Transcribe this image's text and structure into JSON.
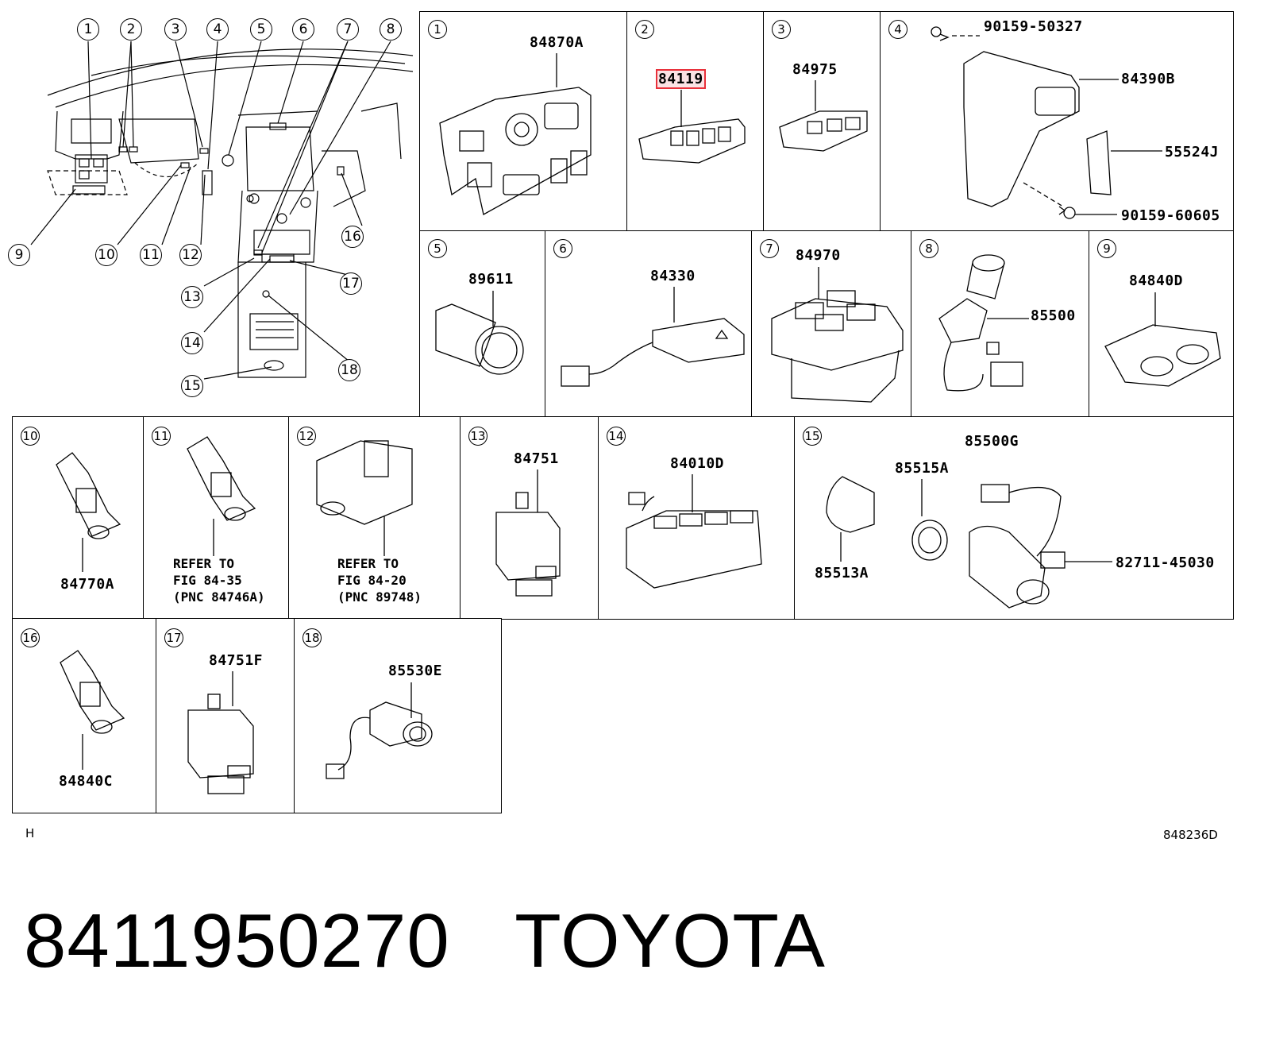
{
  "overview": {
    "callouts": [
      "1",
      "2",
      "3",
      "4",
      "5",
      "6",
      "7",
      "8",
      "9",
      "10",
      "11",
      "12",
      "13",
      "14",
      "15",
      "16",
      "17",
      "18"
    ]
  },
  "panels": [
    {
      "num": "1",
      "labels": [
        "84870A"
      ]
    },
    {
      "num": "2",
      "labels": [
        "84119"
      ],
      "highlight": "84119"
    },
    {
      "num": "3",
      "labels": [
        "84975"
      ]
    },
    {
      "num": "4",
      "labels": [
        "90159-50327",
        "84390B",
        "55524J",
        "90159-60605"
      ]
    },
    {
      "num": "5",
      "labels": [
        "89611"
      ]
    },
    {
      "num": "6",
      "labels": [
        "84330"
      ]
    },
    {
      "num": "7",
      "labels": [
        "84970"
      ]
    },
    {
      "num": "8",
      "labels": [
        "85500"
      ]
    },
    {
      "num": "9",
      "labels": [
        "84840D"
      ]
    },
    {
      "num": "10",
      "labels": [
        "84770A"
      ]
    },
    {
      "num": "11",
      "note": "REFER TO\nFIG 84-35\n(PNC 84746A)"
    },
    {
      "num": "12",
      "note": "REFER TO\nFIG 84-20\n(PNC 89748)"
    },
    {
      "num": "13",
      "labels": [
        "84751"
      ]
    },
    {
      "num": "14",
      "labels": [
        "84010D"
      ]
    },
    {
      "num": "15",
      "labels": [
        "85500G",
        "85515A",
        "85513A",
        "82711-45030"
      ]
    },
    {
      "num": "16",
      "labels": [
        "84840C"
      ]
    },
    {
      "num": "17",
      "labels": [
        "84751F"
      ]
    },
    {
      "num": "18",
      "labels": [
        "85530E"
      ]
    }
  ],
  "diagram_code_left": "H",
  "diagram_code_right": "848236D",
  "footer": {
    "part_number": "8411950270",
    "brand": "TOYOTA"
  },
  "colors": {
    "highlight_border": "#e8303a",
    "highlight_fill": "#fbe3e5"
  }
}
